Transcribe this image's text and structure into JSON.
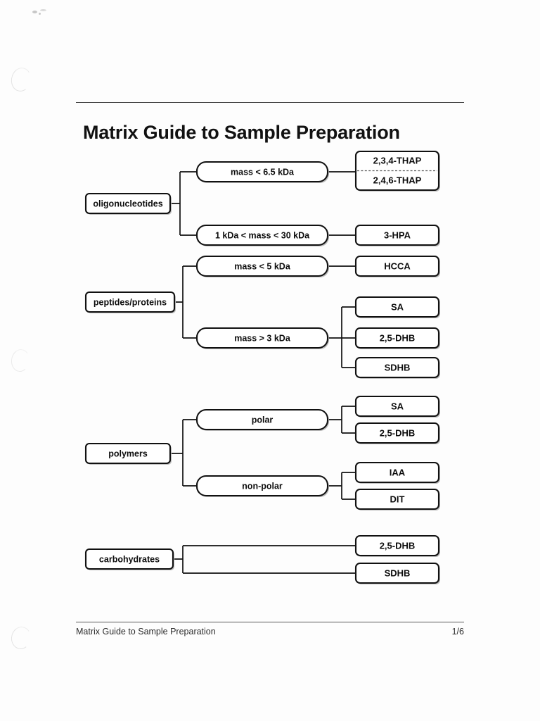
{
  "document": {
    "title": "Matrix Guide to Sample Preparation",
    "footer_title": "Matrix Guide to Sample Preparation",
    "page_number": "1/6"
  },
  "flowchart": {
    "groups": [
      {
        "category": "oligonucleotides",
        "branches": [
          {
            "condition": "mass < 6.5 kDa",
            "matrices": [
              "2,3,4-THAP",
              "2,4,6-THAP"
            ],
            "combined_box": true
          },
          {
            "condition": "1 kDa < mass < 30 kDa",
            "matrices": [
              "3-HPA"
            ],
            "combined_box": false
          }
        ]
      },
      {
        "category": "peptides/proteins",
        "branches": [
          {
            "condition": "mass < 5 kDa",
            "matrices": [
              "HCCA"
            ],
            "combined_box": false
          },
          {
            "condition": "mass > 3 kDa",
            "matrices": [
              "SA",
              "2,5-DHB",
              "SDHB"
            ],
            "combined_box": false
          }
        ]
      },
      {
        "category": "polymers",
        "branches": [
          {
            "condition": "polar",
            "matrices": [
              "SA",
              "2,5-DHB"
            ],
            "combined_box": false
          },
          {
            "condition": "non-polar",
            "matrices": [
              "IAA",
              "DIT"
            ],
            "combined_box": false
          }
        ]
      },
      {
        "category": "carbohydrates",
        "branches": [
          {
            "condition": "",
            "matrices": [
              "2,5-DHB",
              "SDHB"
            ],
            "combined_box": false
          }
        ]
      }
    ]
  },
  "colors": {
    "ink": "#111111",
    "paper": "#fdfdfd",
    "rule": "#3a3a3a"
  }
}
